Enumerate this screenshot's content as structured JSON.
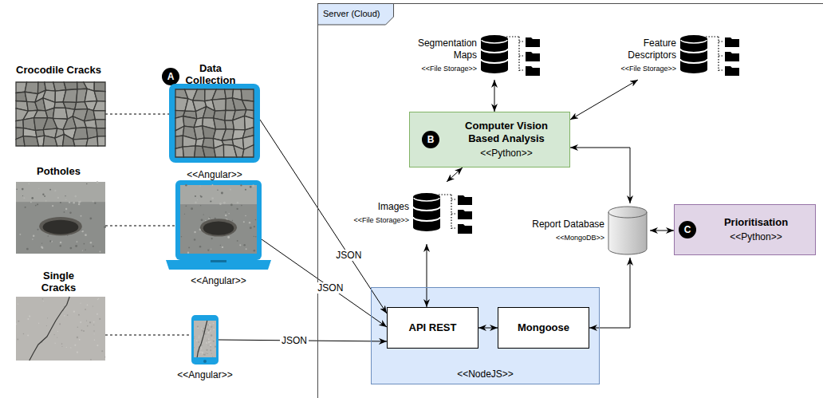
{
  "diagram": {
    "nodes": [
      {
        "text": [
          "A"
        ]
      },
      {
        "text": [
          "Crocodile Cracks"
        ]
      },
      {
        "text": [
          "<<Angular>>"
        ]
      },
      {
        "text": [
          "Potholes"
        ]
      },
      {
        "text": [
          "<<Angular>>"
        ]
      },
      {
        "text": [
          "Single Cracks"
        ]
      },
      {
        "text": [
          "<<Angular>>"
        ]
      },
      {
        "text": [
          "Server (Cloud)"
        ]
      },
      {
        "text": [
          "Segmentation Maps",
          "<<File Storage>>"
        ],
        "in": 7
      },
      {
        "text": [
          "Feature Descriptors",
          "<<File Storage>>"
        ],
        "in": 7
      },
      {
        "text": [
          "Computer Vision Based Analysis",
          "<<Python>>"
        ],
        "in": 7
      },
      {
        "text": [
          "B"
        ],
        "in": 10
      },
      {
        "text": [
          "Images",
          "<<File Storage>>"
        ],
        "in": 7
      },
      {
        "text": [
          "Report Database",
          "<<MongoDB>>"
        ],
        "in": 7
      },
      {
        "text": [
          "Prioritisation",
          "<<Python>>"
        ],
        "in": 7
      },
      {
        "text": [
          "C"
        ],
        "in": 14
      },
      {
        "text": [
          "<<NodeJS>>"
        ],
        "in": 7
      },
      {
        "text": [
          "API REST"
        ],
        "in": 16
      },
      {
        "text": [
          "Mongoose"
        ],
        "in": 16
      }
    ],
    "edges": [
      {
        "from": 1,
        "to": 2,
        "arrow": "none"
      },
      {
        "from": 3,
        "to": 4,
        "arrow": "none"
      },
      {
        "from": 5,
        "to": 6,
        "arrow": "none"
      },
      {
        "from": 2,
        "to": 17,
        "label": "JSON",
        "arrow": "to"
      },
      {
        "from": 4,
        "to": 17,
        "label": "JSON",
        "arrow": "to"
      },
      {
        "from": 6,
        "to": 17,
        "label": "JSON",
        "arrow": "to"
      },
      {
        "from": 8,
        "to": 10,
        "arrow": "both"
      },
      {
        "from": 9,
        "to": 10,
        "arrow": "both"
      },
      {
        "from": 12,
        "to": 10,
        "arrow": "both"
      },
      {
        "from": 10,
        "to": 13,
        "arrow": "both"
      },
      {
        "from": 12,
        "to": 17,
        "arrow": "both"
      },
      {
        "from": 17,
        "to": 18,
        "arrow": "both"
      },
      {
        "from": 18,
        "to": 13,
        "arrow": "both"
      },
      {
        "from": 13,
        "to": 14,
        "arrow": "both"
      }
    ],
    "labels": [
      "Data Collection"
    ]
  }
}
